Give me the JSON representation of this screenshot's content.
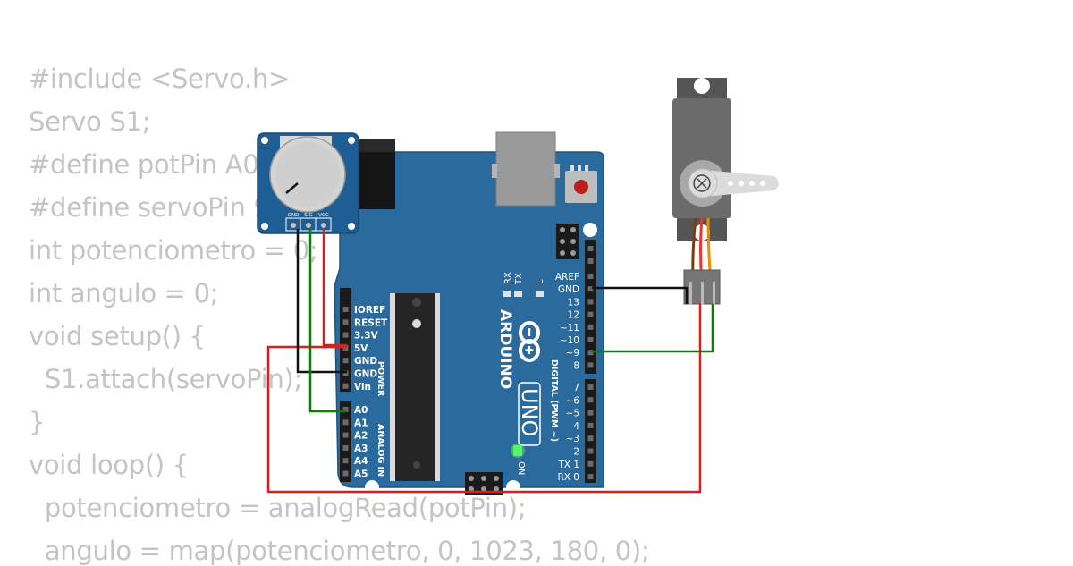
{
  "code_lines": [
    "#include <Servo.h>",
    "Servo S1;",
    "#define potPin A0",
    "#define servoPin 9",
    "int potenciometro = 0;",
    "int angulo = 0;",
    "void setup() {",
    "  S1.attach(servoPin);",
    "}",
    "void loop() {",
    "  potenciometro = analogRead(potPin);",
    "  angulo = map(potenciometro, 0, 1023, 180, 0);"
  ],
  "arduino": {
    "brand": "ARDUINO",
    "model": "UNO",
    "on_label": "ON",
    "tx_label": "TX",
    "rx_label": "RX",
    "l_label": "L",
    "digital_header": "DIGITAL (PWM ~)",
    "power_header": "POWER",
    "analog_header": "ANALOG IN",
    "power_pins": [
      "IOREF",
      "RESET",
      "3.3V",
      "5V",
      "GND",
      "GND",
      "Vin"
    ],
    "analog_pins": [
      "A0",
      "A1",
      "A2",
      "A3",
      "A4",
      "A5"
    ],
    "digital_pins_top": [
      "AREF",
      "GND",
      "13",
      "12",
      "~11",
      "~10",
      "~9",
      "8"
    ],
    "digital_pins_bottom": [
      "7",
      "~6",
      "~5",
      "4",
      "~3",
      "2",
      "TX 1",
      "RX 0"
    ]
  },
  "potentiometer": {
    "pin_labels": [
      "GND",
      "SIG",
      "VCC"
    ]
  },
  "colors": {
    "board": "#2b6a9c",
    "wire_red": "#dd1c1c",
    "wire_black": "#111111",
    "wire_green": "#0a7d0a",
    "code_text": "#c4c4c4"
  }
}
